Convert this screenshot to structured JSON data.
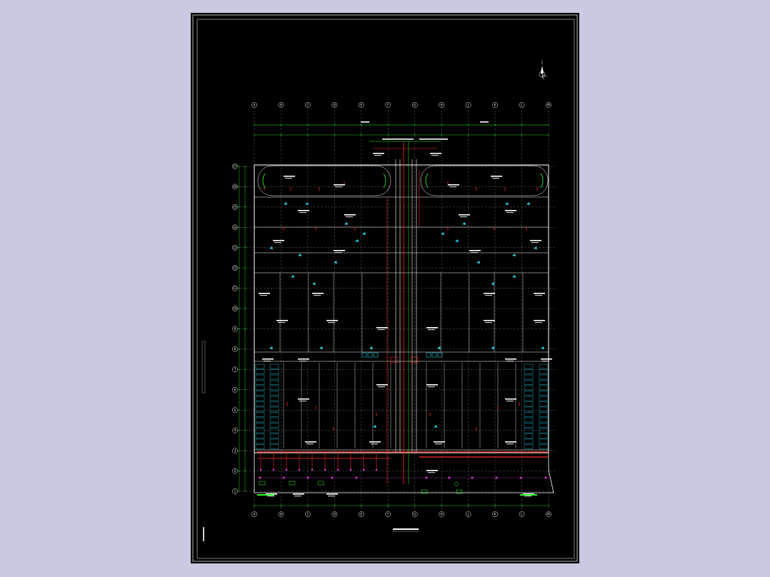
{
  "viewer": {
    "background_color": "#c9c9e3",
    "sheet_color": "#000000"
  },
  "drawing": {
    "north_arrow_icon": "north-arrow-icon",
    "grid_columns": [
      "A",
      "B",
      "C",
      "D",
      "E",
      "F",
      "G",
      "H",
      "J",
      "K",
      "L",
      "M"
    ],
    "grid_rows": [
      "1",
      "2",
      "3",
      "4",
      "5",
      "6",
      "7",
      "8",
      "9",
      "10",
      "11",
      "12",
      "13",
      "14",
      "15",
      "16",
      "17"
    ],
    "colors": {
      "frame": "#ffffff",
      "grid_line": "#9a9a9a",
      "wall": "#ffffff",
      "pipe_red": "#ff2a2a",
      "pipe_green": "#2bff2b",
      "pipe_cyan": "#22d3e6",
      "pipe_magenta": "#ff33ff",
      "dimension": "#2bff2b"
    }
  }
}
